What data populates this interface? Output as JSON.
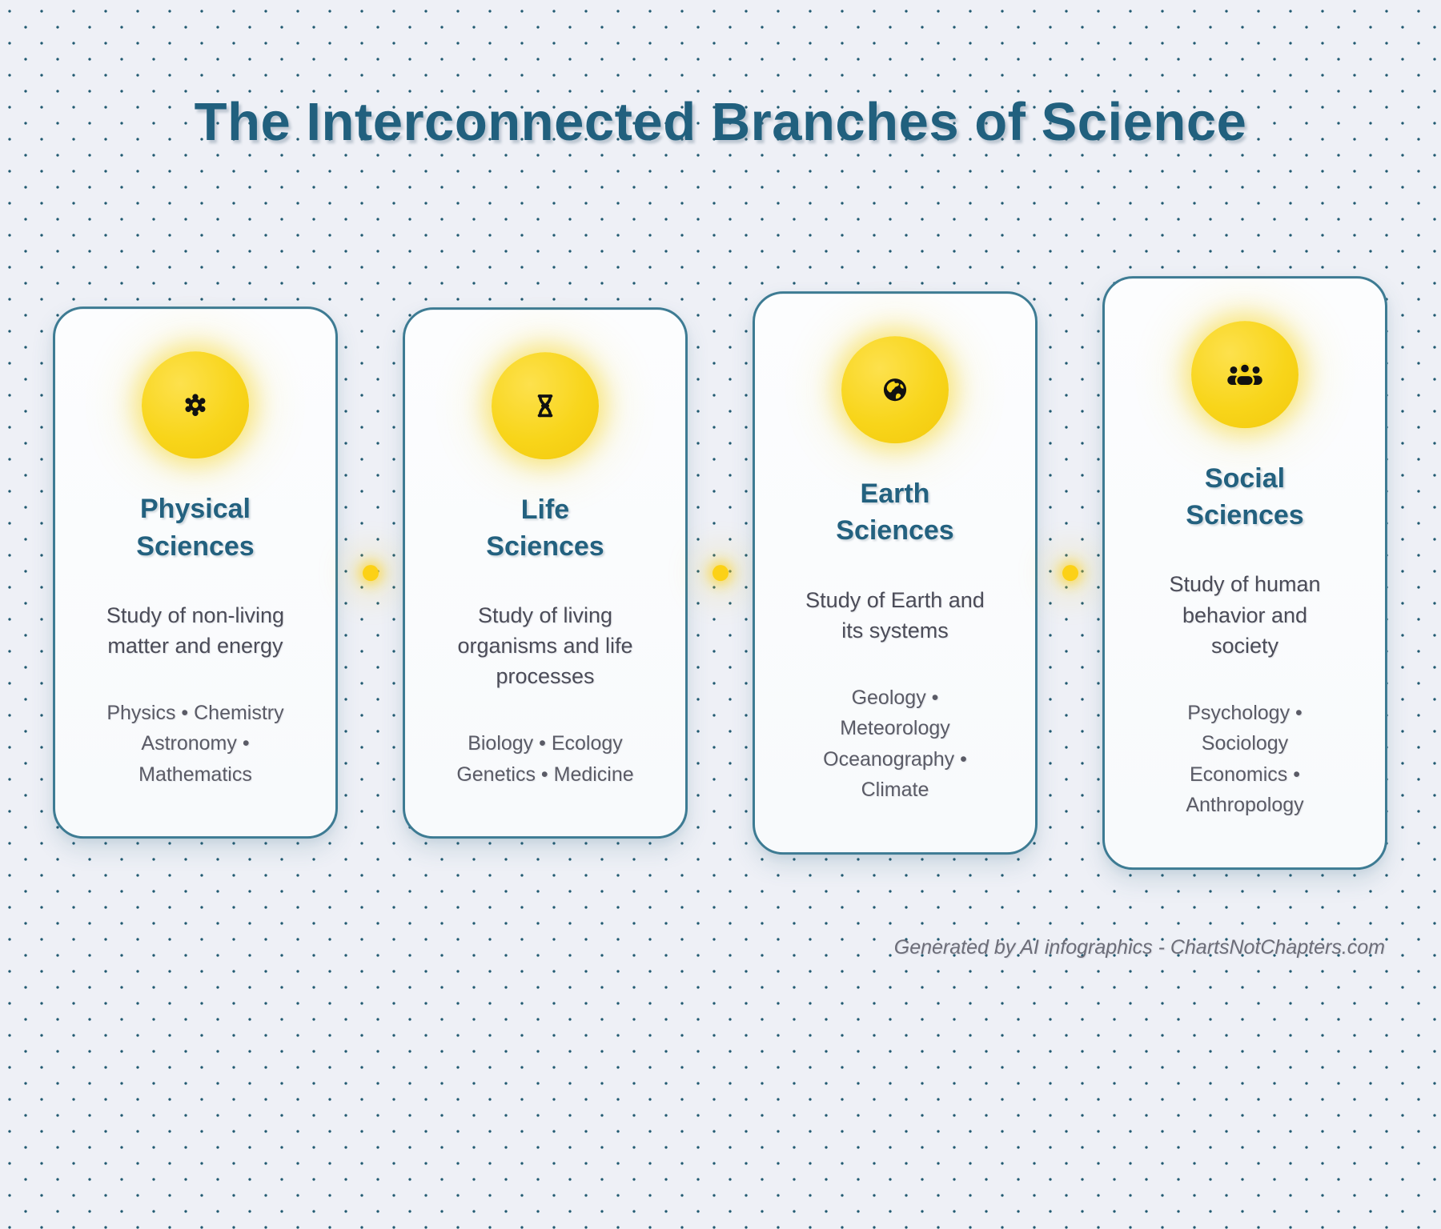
{
  "page": {
    "title": "The Interconnected Branches of Science",
    "footer": "Generated by AI infographics - ChartsNotChapters.com"
  },
  "colors": {
    "background": "#eef0f6",
    "dot_grid": "#215a71",
    "card_border": "#3d7b93",
    "card_background": "#fbfcfd",
    "heading_teal": "#23617f",
    "description_text": "#4b4c58",
    "fields_text": "#5a5b66",
    "footer_text": "#6c6d78",
    "icon_circle_yellow": "#f8d51a",
    "icon_glyph": "#111111",
    "connector_dot_yellow": "#fcd116"
  },
  "cards": [
    {
      "icon": "atom-icon",
      "title_lines": [
        "Physical",
        "Sciences"
      ],
      "description_lines": [
        "Study of non-living",
        "matter and energy"
      ],
      "fields_lines": [
        "Physics • Chemistry",
        "Astronomy •",
        "Mathematics"
      ]
    },
    {
      "icon": "dna-icon",
      "title_lines": [
        "Life",
        "Sciences"
      ],
      "description_lines": [
        "Study of living",
        "organisms and life",
        "processes"
      ],
      "fields_lines": [
        "Biology • Ecology",
        "Genetics • Medicine"
      ]
    },
    {
      "icon": "globe-icon",
      "title_lines": [
        "Earth",
        "Sciences"
      ],
      "description_lines": [
        "Study of Earth and",
        "its systems"
      ],
      "fields_lines": [
        "Geology •",
        "Meteorology",
        "Oceanography •",
        "Climate"
      ]
    },
    {
      "icon": "people-icon",
      "title_lines": [
        "Social",
        "Sciences"
      ],
      "description_lines": [
        "Study of human",
        "behavior and",
        "society"
      ],
      "fields_lines": [
        "Psychology •",
        "Sociology",
        "Economics •",
        "Anthropology"
      ]
    }
  ]
}
